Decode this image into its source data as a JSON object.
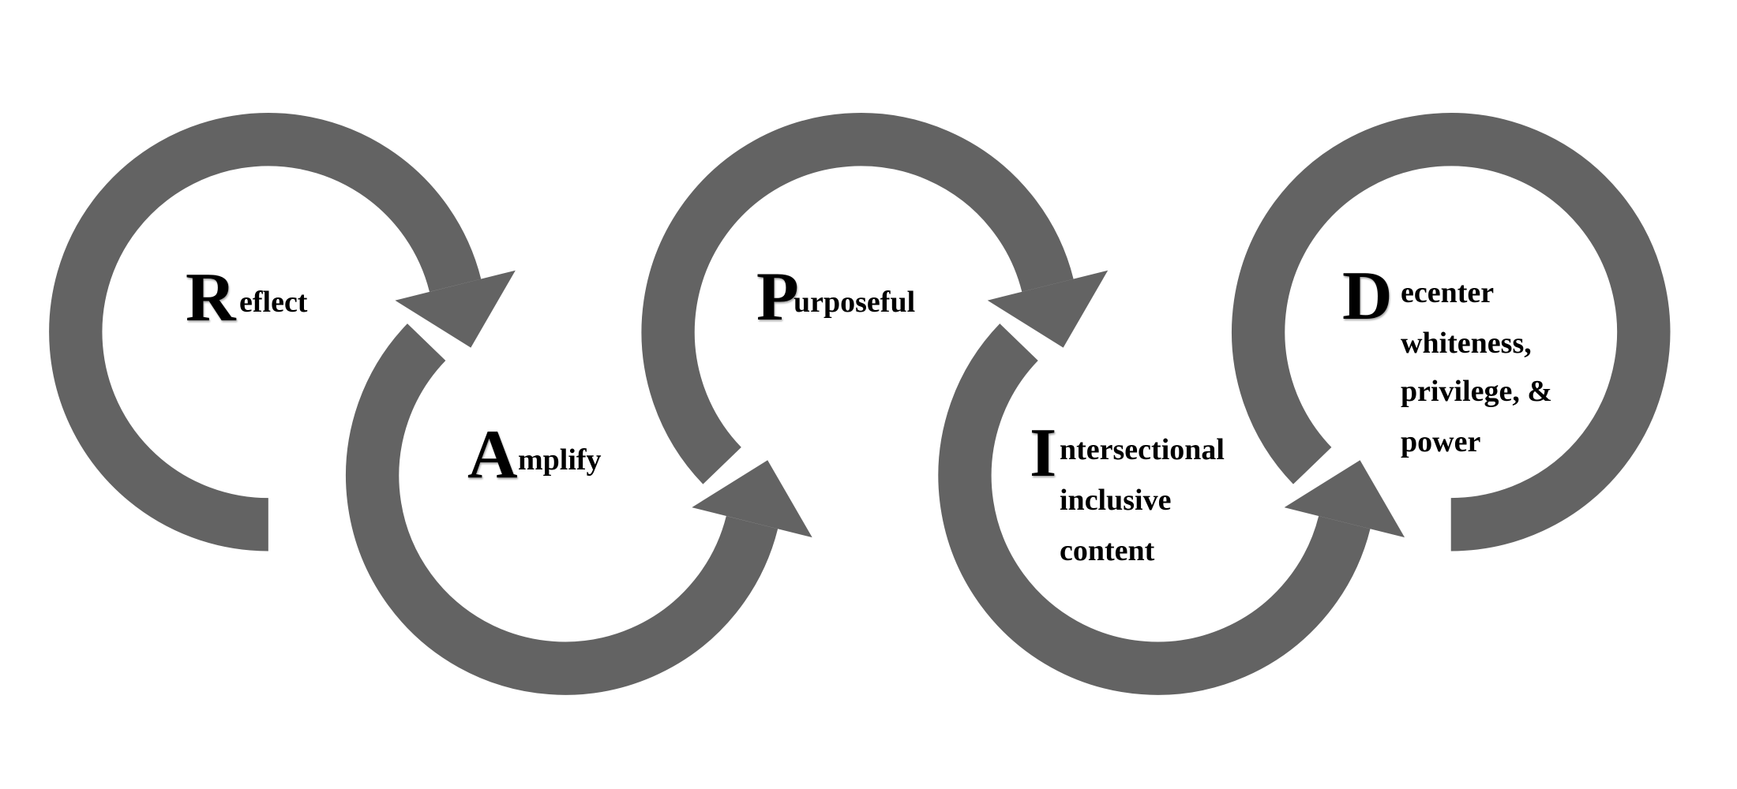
{
  "diagram": {
    "arrow_color": "#636363",
    "steps": [
      {
        "initial": "R",
        "lines": [
          "eflect"
        ]
      },
      {
        "initial": "A",
        "lines": [
          "mplify"
        ]
      },
      {
        "initial": "P",
        "lines": [
          "urposeful"
        ]
      },
      {
        "initial": "I",
        "lines": [
          "ntersectional",
          "inclusive",
          "content"
        ]
      },
      {
        "initial": "D",
        "lines": [
          "ecenter",
          "whiteness,",
          "privilege, &",
          "power"
        ]
      }
    ]
  }
}
